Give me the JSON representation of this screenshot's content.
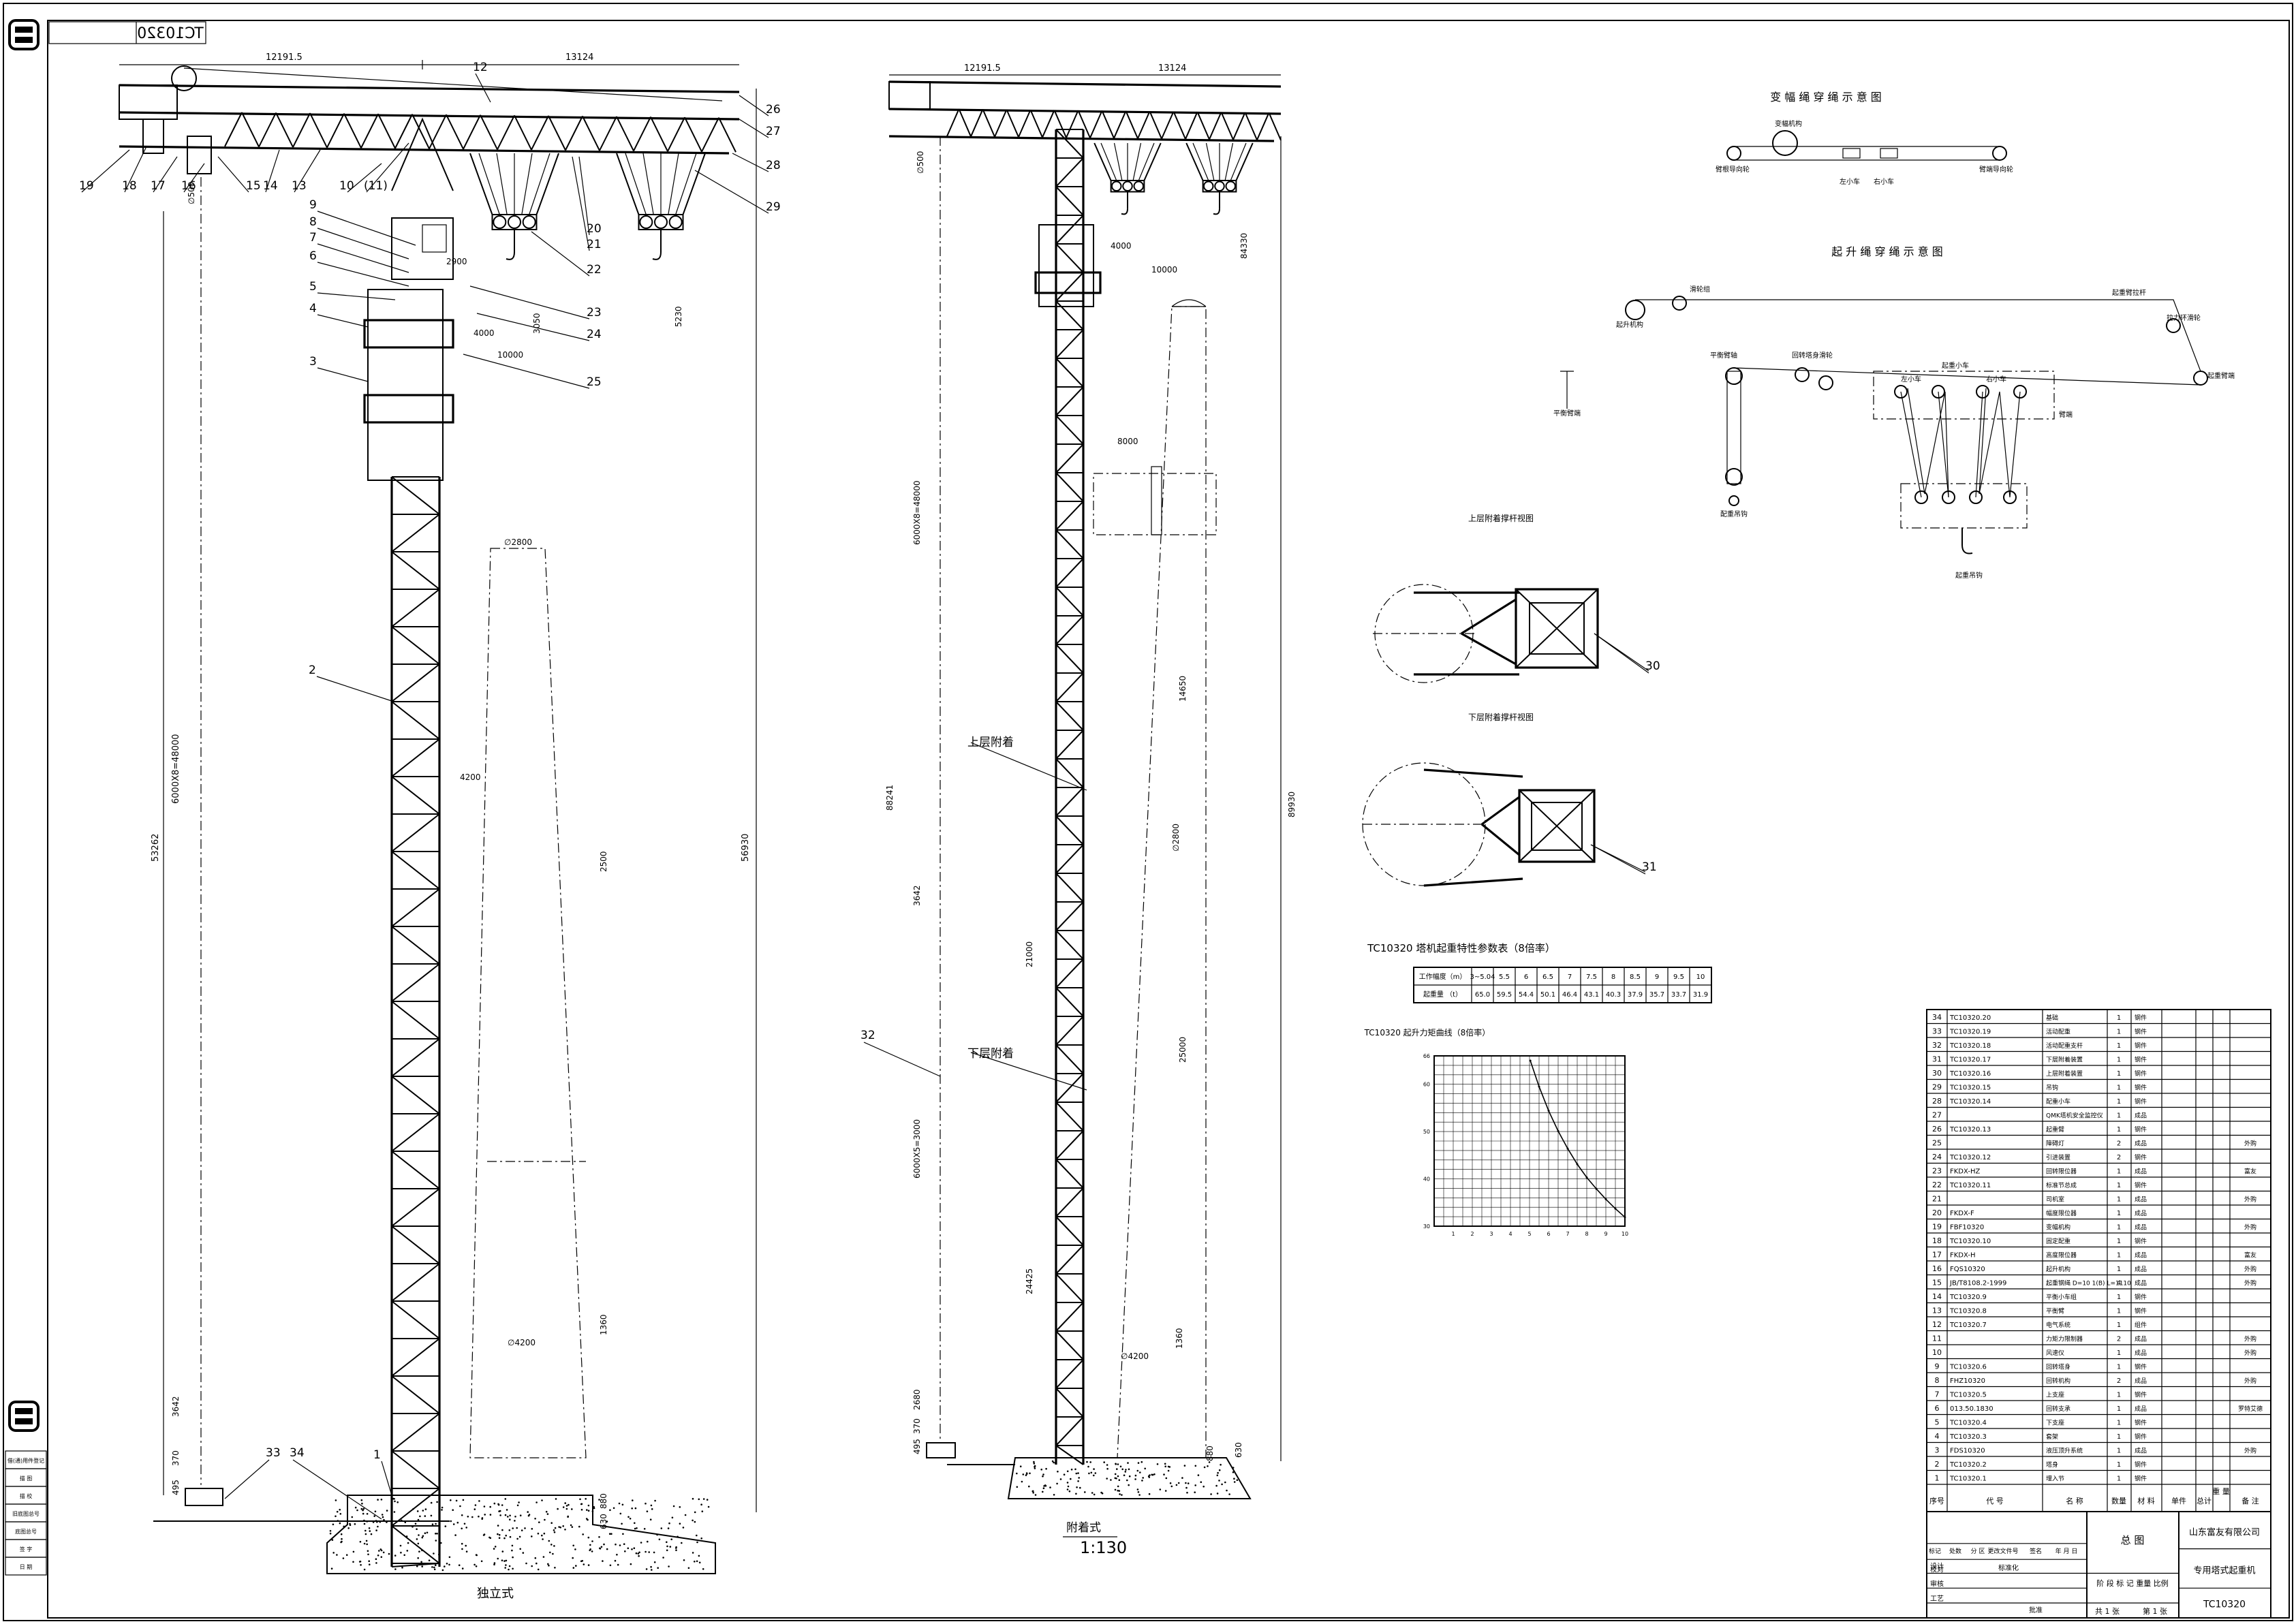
{
  "drawing": {
    "stamp": "TC10320",
    "view_freestanding": "独立式",
    "view_attached": "附着式",
    "scale": "1:130"
  },
  "dims": {
    "jib_left": "12191.5",
    "jib_right": "13124",
    "d_500": "∅500",
    "d_2900": "2900",
    "d_4000": "4000",
    "d_10000": "10000",
    "d_3050": "3050",
    "d_5230": "5230",
    "d_2800": "∅2800",
    "d_4200": "4200",
    "d_4200b": "∅4200",
    "d_2500": "2500",
    "d_1360": "1360",
    "d_56930": "56930",
    "d_53262": "53262",
    "d_mast": "6000X8=48000",
    "d_3642": "3642",
    "d_370": "370",
    "d_495": "495",
    "d_880": "880",
    "d_630": "630",
    "a_8000": "8000",
    "a_84330": "84330",
    "a_14650": "14650",
    "a_88241": "88241",
    "a_89930": "89930",
    "a_21000": "21000",
    "a_25000": "25000",
    "a_24425": "24425",
    "a_mast": "6000X5=3000",
    "a_2680": "2680"
  },
  "balloons": [
    "1",
    "2",
    "3",
    "4",
    "5",
    "6",
    "7",
    "8",
    "9",
    "10",
    "(11)",
    "12",
    "13",
    "14",
    "15",
    "16",
    "17",
    "18",
    "19",
    "20",
    "21",
    "22",
    "23",
    "24",
    "25",
    "26",
    "27",
    "28",
    "29",
    "30",
    "31",
    "32",
    "33",
    "34"
  ],
  "labels": {
    "upper_tie": "上层附着",
    "lower_tie": "下层附着",
    "upper_tie_view": "上层附着撑杆视图",
    "lower_tie_view": "下层附着撑杆视图",
    "luff_title": "变 幅 绳 穿 绳 示 意 图",
    "hoist_title": "起 升 绳 穿 绳 示 意 图",
    "luff": [
      "变幅机构",
      "臂根导向轮",
      "左小车",
      "右小车",
      "臂端导向轮"
    ],
    "hoist": [
      "滑轮组",
      "起升机构",
      "起重臂拉杆",
      "拉力环滑轮",
      "起重臂端",
      "平衡臂轴",
      "回转塔身滑轮",
      "平衡臂端",
      "起重小车",
      "左小车",
      "右小车",
      "臂端",
      "起重吊钩",
      "配重吊钩"
    ]
  },
  "perf": {
    "title": "TC10320 塔机起重特性参数表（8倍率）",
    "head1": "工作幅度（m）",
    "head2": "起重量 （t）",
    "radius": [
      "3~5.04",
      "5.5",
      "6",
      "6.5",
      "7",
      "7.5",
      "8",
      "8.5",
      "9",
      "9.5",
      "10"
    ],
    "load": [
      "65.0",
      "59.5",
      "54.4",
      "50.1",
      "46.4",
      "43.1",
      "40.3",
      "37.9",
      "35.7",
      "33.7",
      "31.9"
    ]
  },
  "chart_data": {
    "type": "line",
    "title": "TC10320 起升力矩曲线（8倍率）",
    "x": [
      5.04,
      5.5,
      6,
      6.5,
      7,
      7.5,
      8,
      8.5,
      9,
      9.5,
      10
    ],
    "series": [
      {
        "values": [
          65.0,
          59.5,
          54.4,
          50.1,
          46.4,
          43.1,
          40.3,
          37.9,
          35.7,
          33.7,
          31.9
        ]
      }
    ],
    "xlim": [
      0,
      10
    ],
    "ylim": [
      30,
      66
    ],
    "xticks": [
      "1",
      "2",
      "3",
      "4",
      "5",
      "6",
      "7",
      "8",
      "9",
      "10"
    ],
    "yticks": [
      "30",
      "40",
      "50",
      "60",
      "66"
    ],
    "grid": true
  },
  "bom": [
    [
      "34",
      "TC10320.20",
      "基础",
      "1",
      "钢件",
      ""
    ],
    [
      "33",
      "TC10320.19",
      "活动配重",
      "1",
      "钢件",
      ""
    ],
    [
      "32",
      "TC10320.18",
      "活动配重支杆",
      "1",
      "钢件",
      ""
    ],
    [
      "31",
      "TC10320.17",
      "下层附着装置",
      "1",
      "钢件",
      ""
    ],
    [
      "30",
      "TC10320.16",
      "上层附着装置",
      "1",
      "钢件",
      ""
    ],
    [
      "29",
      "TC10320.15",
      "吊钩",
      "1",
      "钢件",
      ""
    ],
    [
      "28",
      "TC10320.14",
      "配重小车",
      "1",
      "钢件",
      ""
    ],
    [
      "27",
      "",
      "QMK塔机安全监控仪",
      "1",
      "成品",
      ""
    ],
    [
      "26",
      "TC10320.13",
      "起重臂",
      "1",
      "钢件",
      ""
    ],
    [
      "25",
      "",
      "障碍灯",
      "2",
      "成品",
      "外购"
    ],
    [
      "24",
      "TC10320.12",
      "引进装置",
      "2",
      "钢件",
      ""
    ],
    [
      "23",
      "FKDX-HZ",
      "回转限位器",
      "1",
      "成品",
      "富友"
    ],
    [
      "22",
      "TC10320.11",
      "标准节总成",
      "1",
      "钢件",
      ""
    ],
    [
      "21",
      "",
      "司机室",
      "1",
      "成品",
      "外购"
    ],
    [
      "20",
      "FKDX-F",
      "幅度限位器",
      "1",
      "成品",
      ""
    ],
    [
      "19",
      "FBF10320",
      "变幅机构",
      "1",
      "成品",
      "外购"
    ],
    [
      "18",
      "TC10320.10",
      "固定配重",
      "1",
      "钢件",
      ""
    ],
    [
      "17",
      "FKDX-H",
      "高度限位器",
      "1",
      "成品",
      "富友"
    ],
    [
      "16",
      "FQS10320",
      "起升机构",
      "1",
      "成品",
      "外购"
    ],
    [
      "15",
      "JB/T8108.2-1999",
      "起重钢绳 D=10 1(B) L=1110",
      "4",
      "成品",
      "外购"
    ],
    [
      "14",
      "TC10320.9",
      "平衡小车组",
      "1",
      "钢件",
      ""
    ],
    [
      "13",
      "TC10320.8",
      "平衡臂",
      "1",
      "钢件",
      ""
    ],
    [
      "12",
      "TC10320.7",
      "电气系统",
      "1",
      "组件",
      ""
    ],
    [
      "11",
      "",
      "力矩力限制器",
      "2",
      "成品",
      "外购"
    ],
    [
      "10",
      "",
      "风速仪",
      "1",
      "成品",
      "外购"
    ],
    [
      "9",
      "TC10320.6",
      "回转塔身",
      "1",
      "钢件",
      ""
    ],
    [
      "8",
      "FHZ10320",
      "回转机构",
      "2",
      "成品",
      "外购"
    ],
    [
      "7",
      "TC10320.5",
      "上支座",
      "1",
      "钢件",
      ""
    ],
    [
      "6",
      "013.50.1830",
      "回转支承",
      "1",
      "成品",
      "罗特艾德"
    ],
    [
      "5",
      "TC10320.4",
      "下支座",
      "1",
      "钢件",
      ""
    ],
    [
      "4",
      "TC10320.3",
      "套架",
      "1",
      "钢件",
      ""
    ],
    [
      "3",
      "FDS10320",
      "液压顶升系统",
      "1",
      "成品",
      "外购"
    ],
    [
      "2",
      "TC10320.2",
      "塔身",
      "1",
      "钢件",
      ""
    ],
    [
      "1",
      "TC10320.1",
      "埋入节",
      "1",
      "钢件",
      ""
    ]
  ],
  "bom_header": [
    "序号",
    "代 号",
    "名 称",
    "数量",
    "材 料",
    "单件",
    "总计",
    "重 量",
    "备 注"
  ],
  "title_block": {
    "zong_tu": "总 图",
    "company": "山东富友有限公司",
    "product": "专用塔式起重机",
    "code": "TC10320",
    "row_labels": [
      "标记",
      "处数",
      "分 区",
      "更改文件号",
      "签名",
      "年 月 日"
    ],
    "design": "设计",
    "std": "标准化",
    "check": "校对",
    "review": "审核",
    "craft": "工艺",
    "approve": "批准",
    "stage": "阶 段 标 记",
    "weight": "重量",
    "ratio": "比例",
    "sheets": "共 1 张",
    "sheet_no": "第 1 张"
  },
  "left_block": [
    "借(通)用件登记",
    "描 图",
    "描 校",
    "旧底图总号",
    "底图总号",
    "签 字",
    "日 期"
  ]
}
